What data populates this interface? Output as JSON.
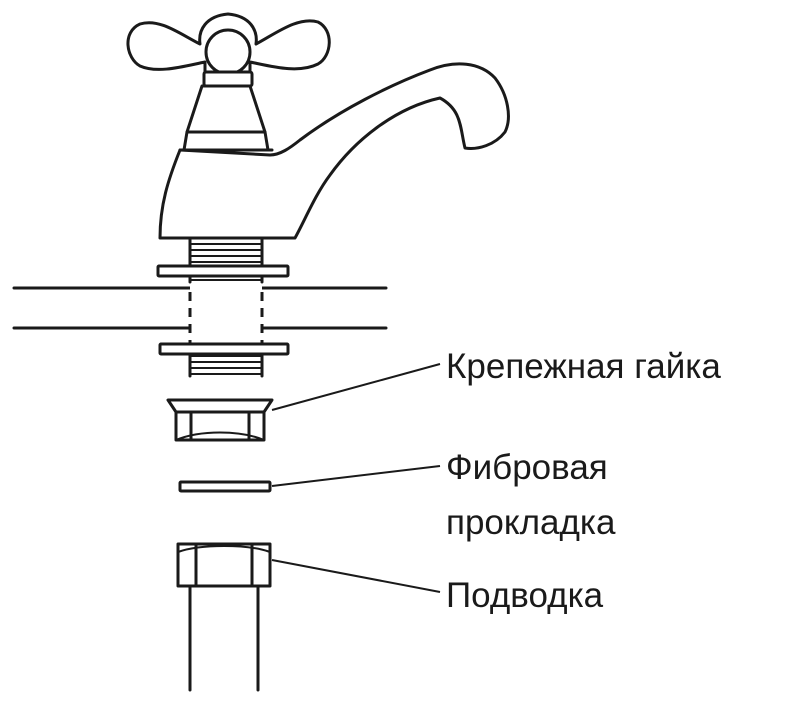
{
  "labels": {
    "mounting_nut": "Крепежная гайка",
    "fiber_gasket_line1": "Фибровая",
    "fiber_gasket_line2": "прокладка",
    "supply_hose": "Подводка"
  },
  "colors": {
    "line": "#1a1a1a",
    "background": "#ffffff"
  }
}
